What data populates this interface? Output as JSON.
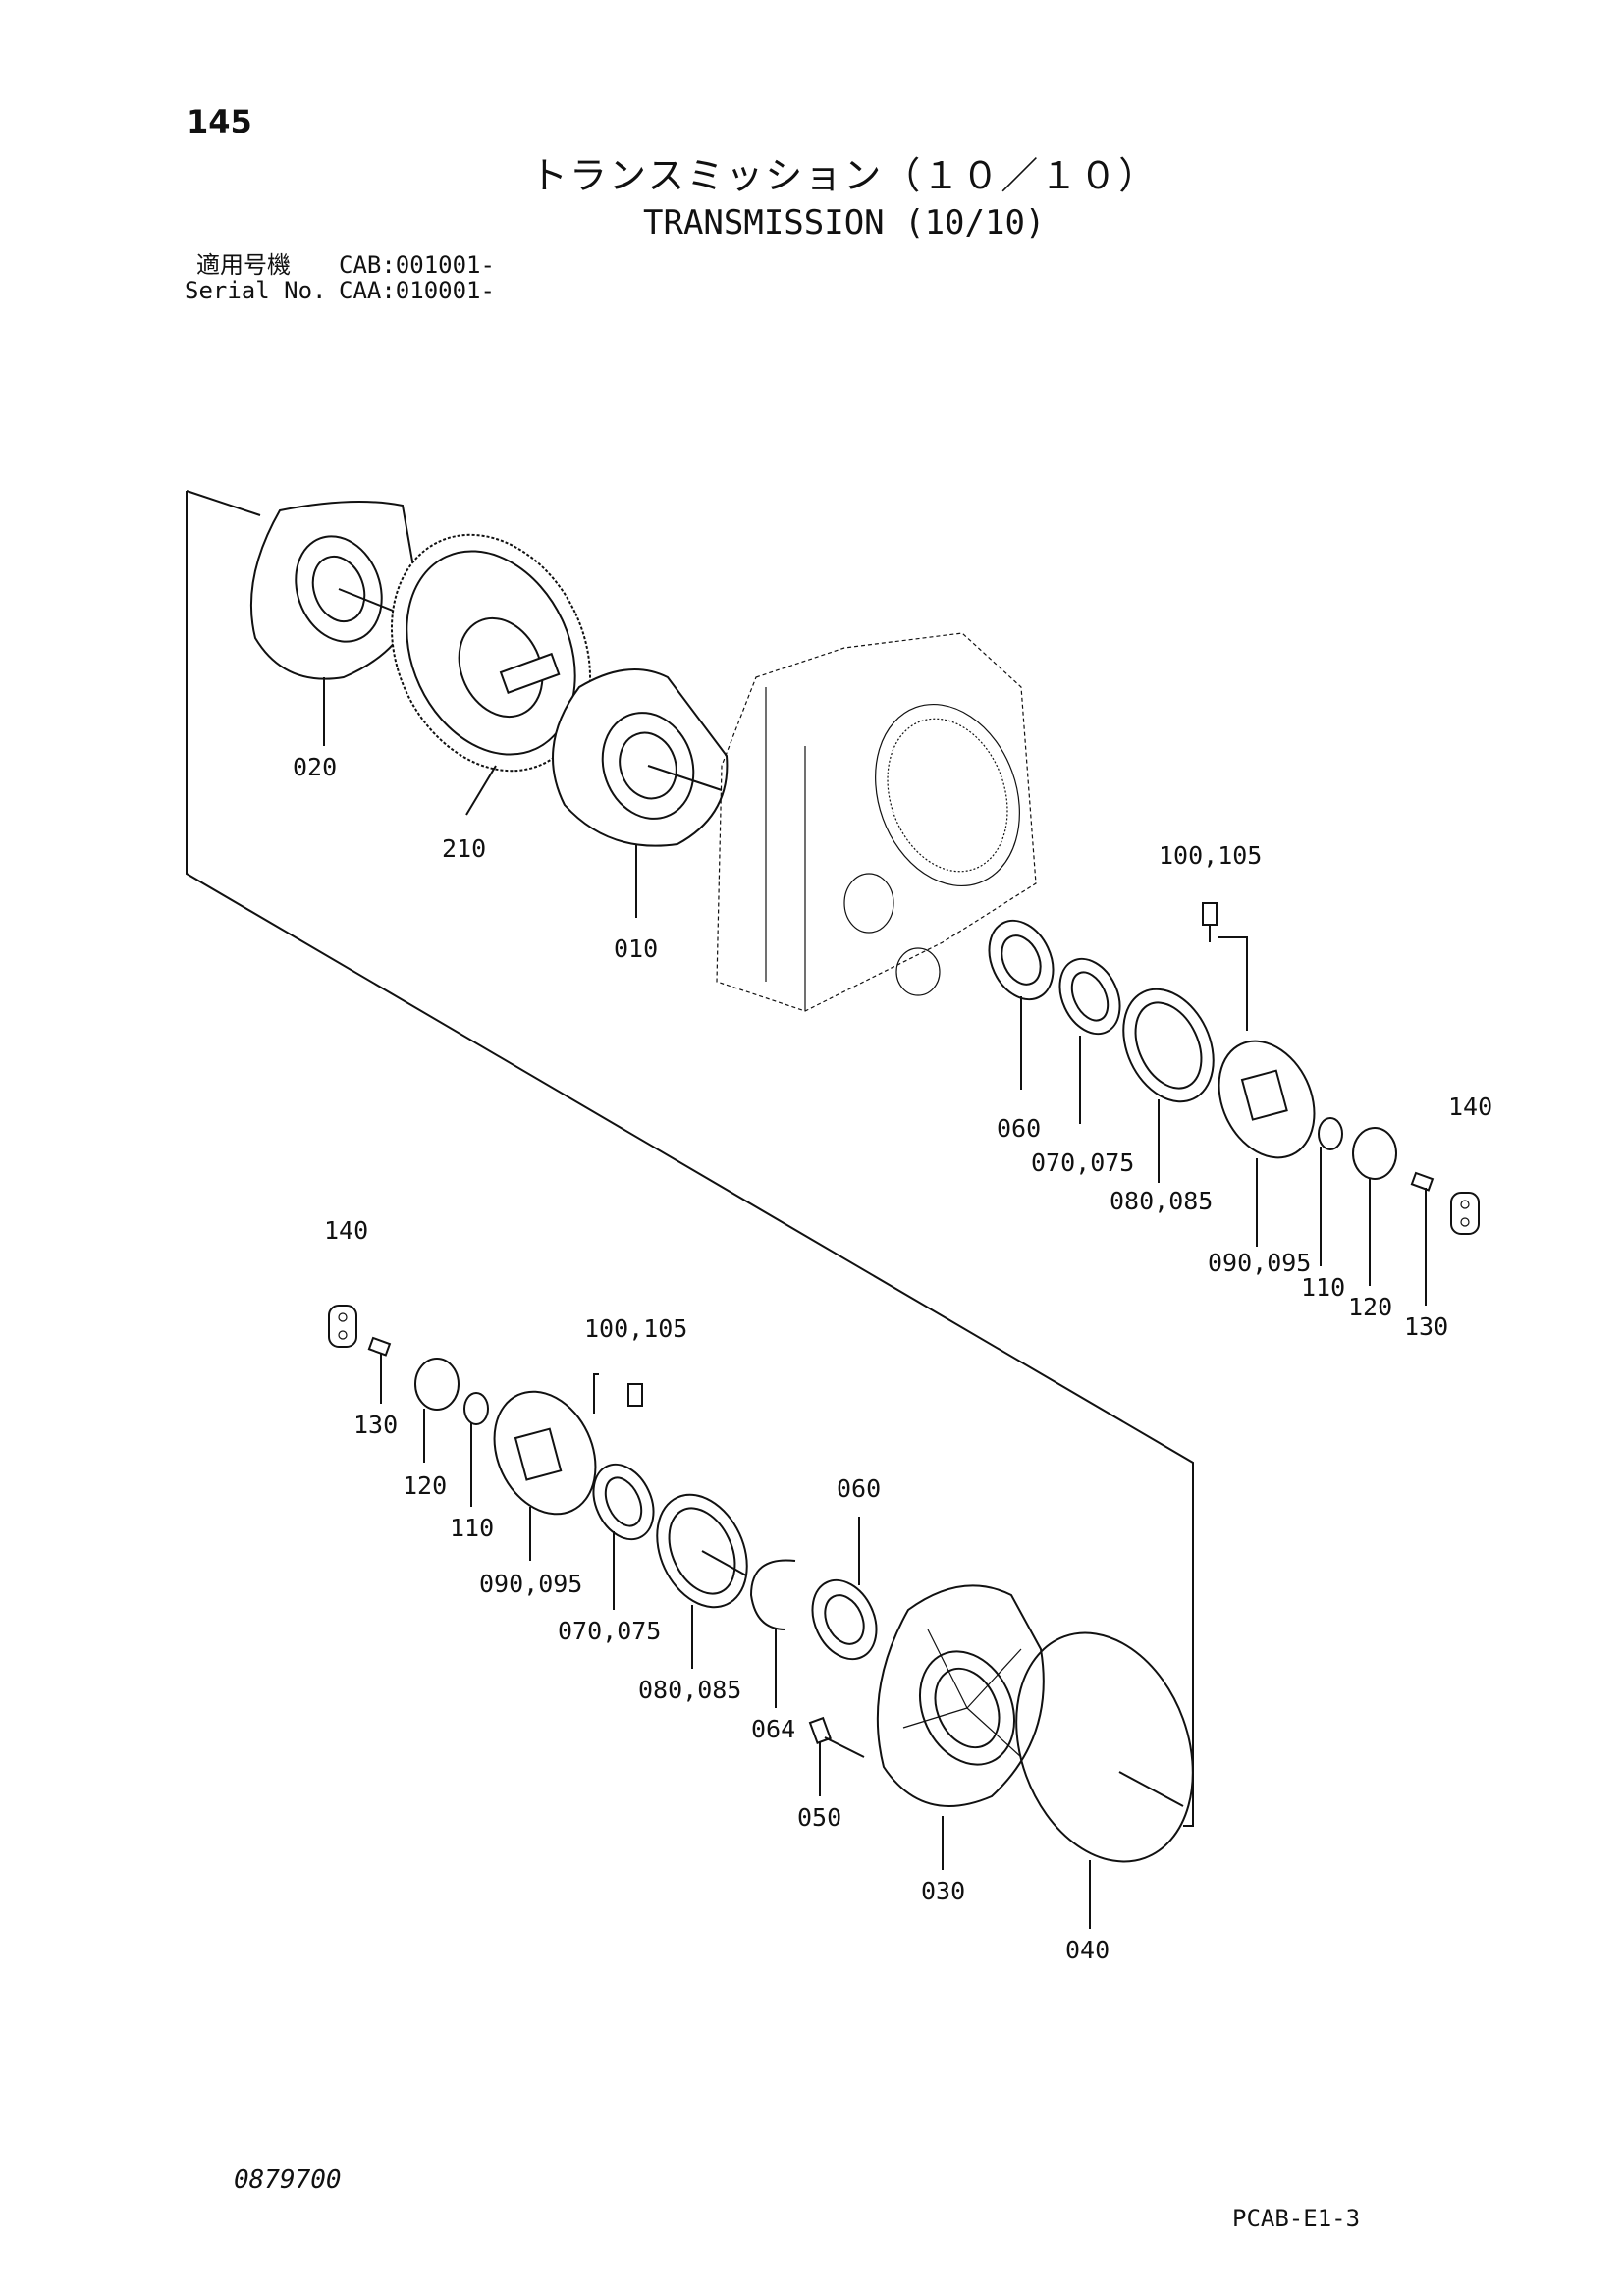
{
  "page": {
    "number": "145",
    "title_jp": "トランスミッション（１０／１０）",
    "title_en": "TRANSMISSION (10/10)",
    "serial_label_jp": "適用号機",
    "serial_label_en": "Serial No.",
    "serial_1": "CAB:001001-",
    "serial_2": "CAA:010001-",
    "doc_code": "0879700",
    "page_code": "PCAB-E1-3"
  },
  "callouts": {
    "c020": "020",
    "c210": "210",
    "c010": "010",
    "c100_105_upper": "100,105",
    "c060_upper": "060",
    "c070_075_upper": "070,075",
    "c080_085_upper": "080,085",
    "c090_095_upper": "090,095",
    "c110_upper": "110",
    "c120_upper": "120",
    "c130_upper": "130",
    "c140_upper": "140",
    "c140_lower": "140",
    "c130_lower": "130",
    "c120_lower": "120",
    "c110_lower": "110",
    "c100_105_lower": "100,105",
    "c090_095_lower": "090,095",
    "c070_075_lower": "070,075",
    "c080_085_lower": "080,085",
    "c060_lower": "060",
    "c064": "064",
    "c050": "050",
    "c030": "030",
    "c040": "040"
  }
}
